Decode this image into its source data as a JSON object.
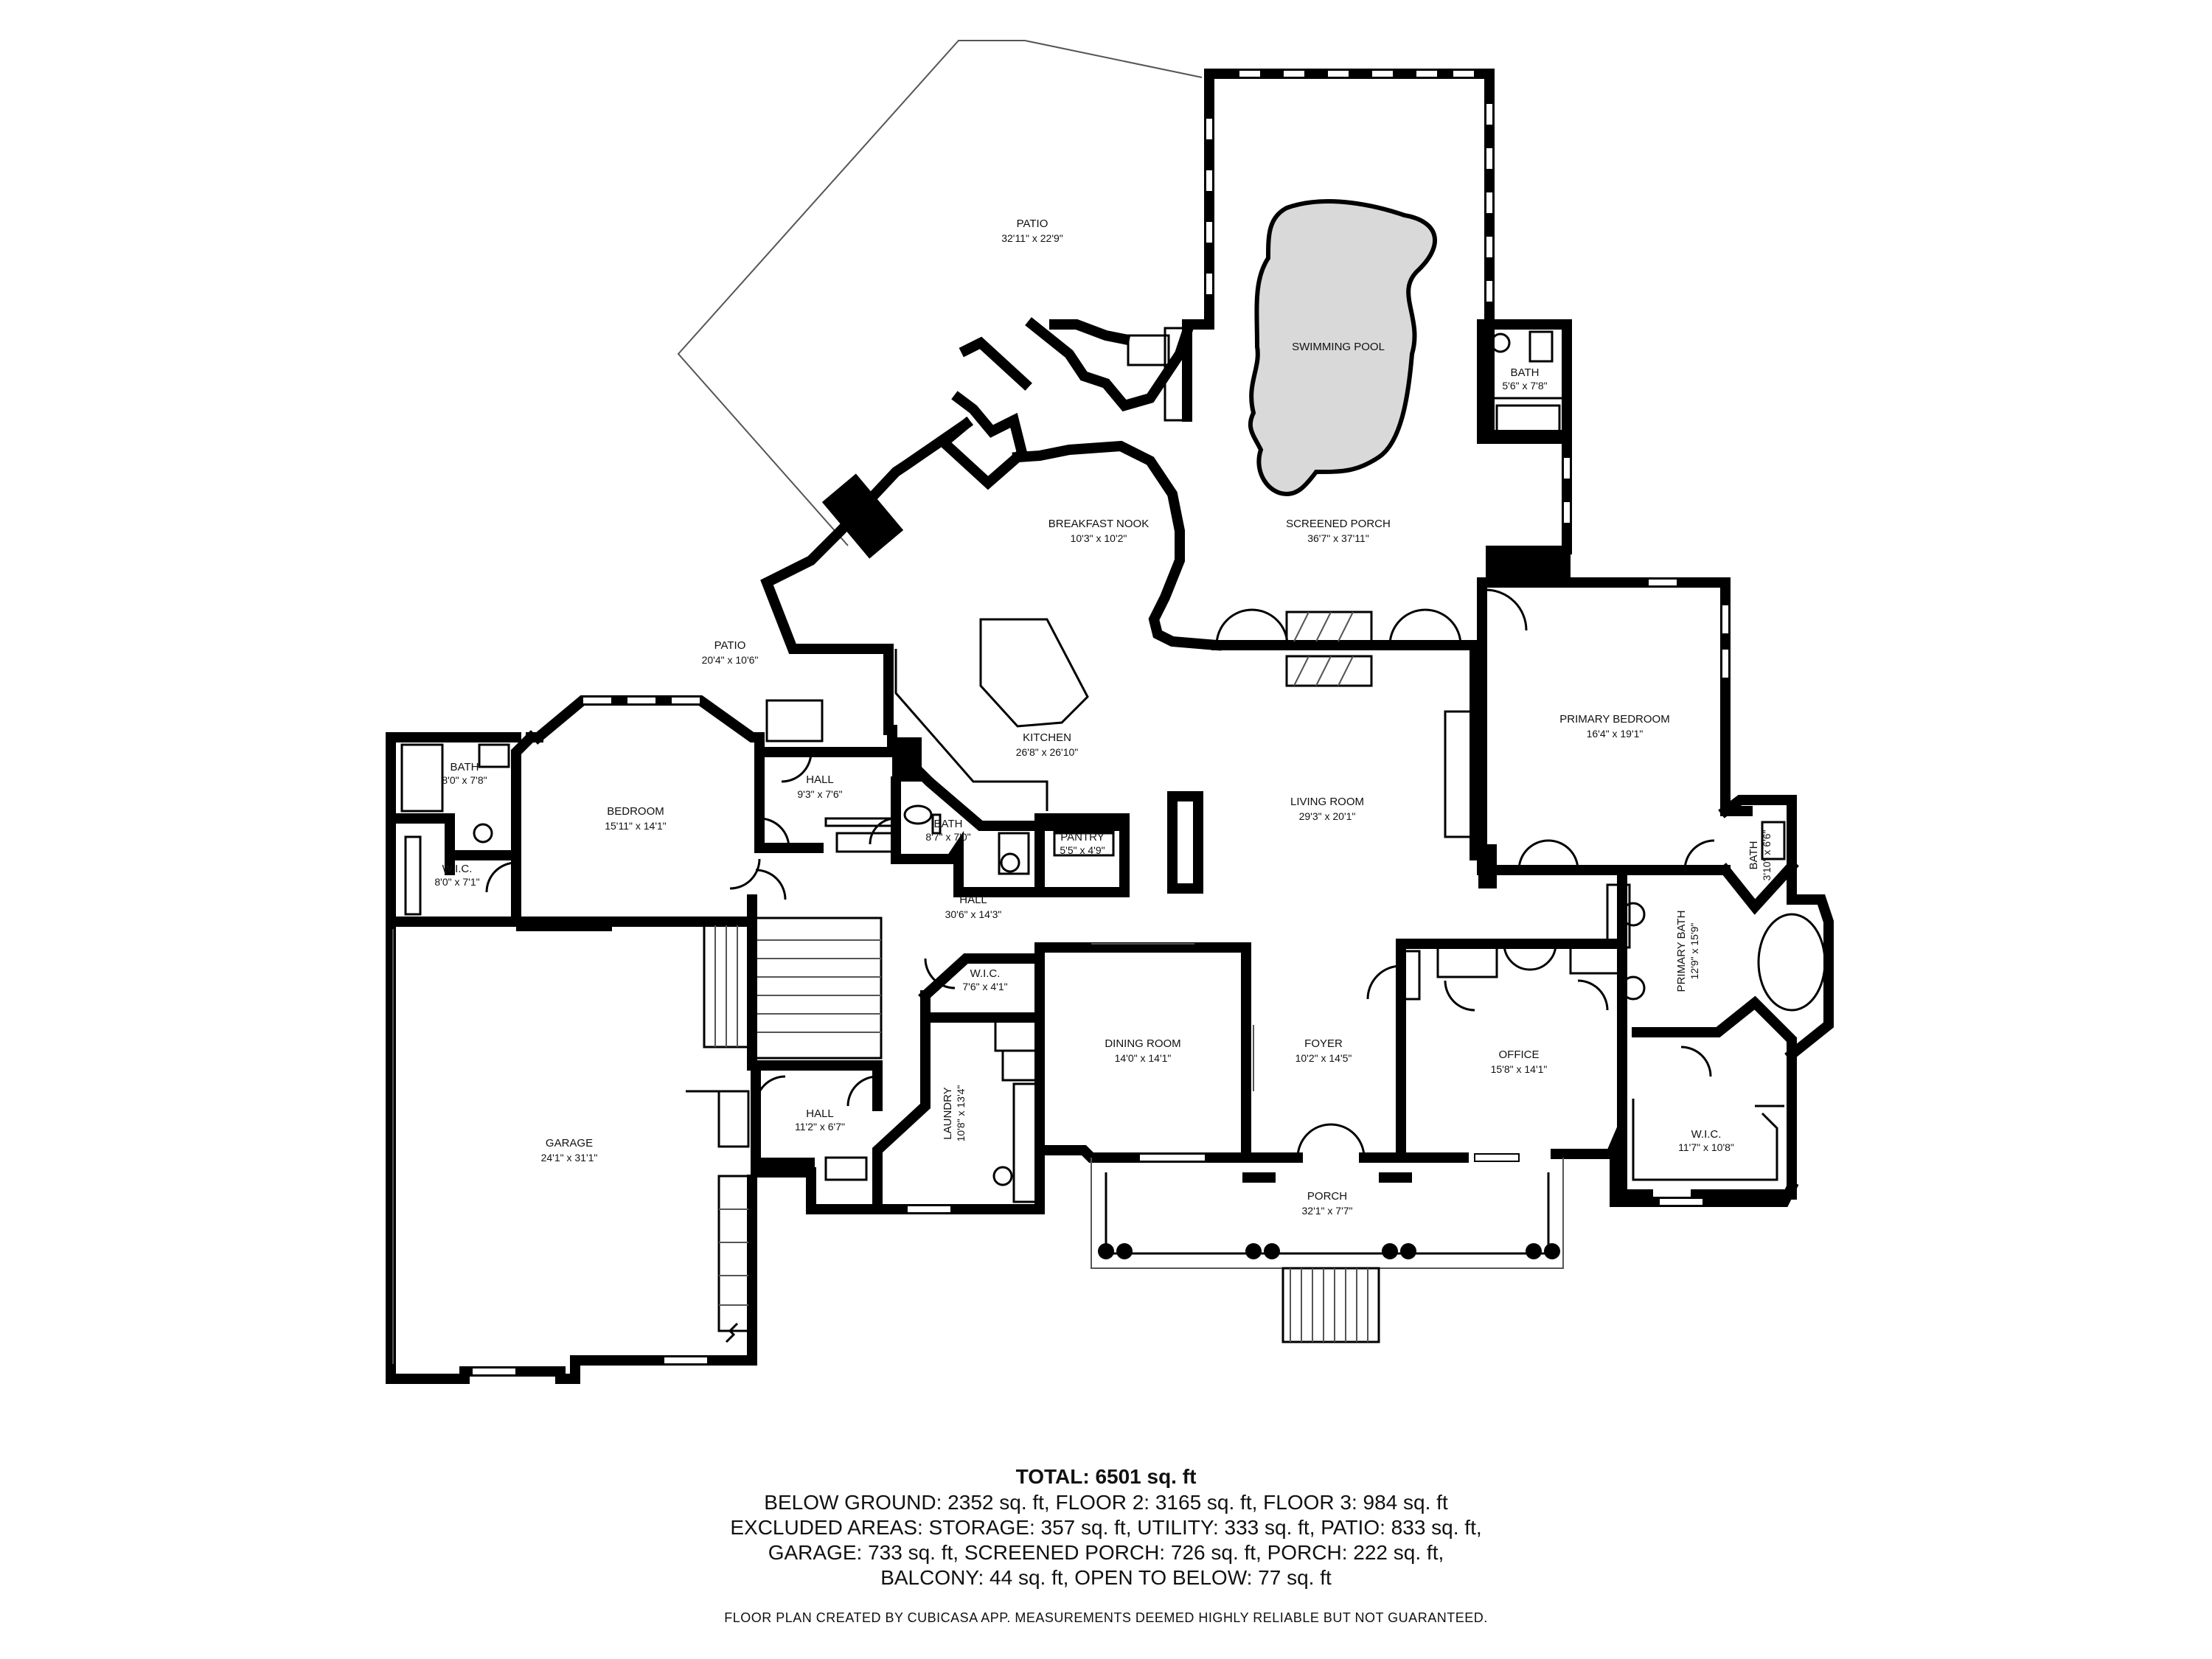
{
  "rooms": [
    {
      "id": "patio-north",
      "name": "PATIO",
      "dims": "32'11\" x 22'9\""
    },
    {
      "id": "swimming-pool",
      "name": "SWIMMING POOL",
      "dims": ""
    },
    {
      "id": "bath-pool",
      "name": "BATH",
      "dims": "5'6\" x 7'8\""
    },
    {
      "id": "breakfast-nook",
      "name": "BREAKFAST NOOK",
      "dims": "10'3\" x 10'2\""
    },
    {
      "id": "screened-porch",
      "name": "SCREENED PORCH",
      "dims": "36'7\" x 37'11\""
    },
    {
      "id": "patio-west",
      "name": "PATIO",
      "dims": "20'4\" x 10'6\""
    },
    {
      "id": "primary-bedroom",
      "name": "PRIMARY BEDROOM",
      "dims": "16'4\" x 19'1\""
    },
    {
      "id": "bath-west",
      "name": "BATH",
      "dims": "8'0\" x 7'8\""
    },
    {
      "id": "bedroom",
      "name": "BEDROOM",
      "dims": "15'11\" x 14'1\""
    },
    {
      "id": "hall-small",
      "name": "HALL",
      "dims": "9'3\" x 7'6\""
    },
    {
      "id": "kitchen",
      "name": "KITCHEN",
      "dims": "26'8\" x 26'10\""
    },
    {
      "id": "living-room",
      "name": "LIVING ROOM",
      "dims": "29'3\" x 20'1\""
    },
    {
      "id": "bath-center",
      "name": "BATH",
      "dims": "8'7\" x 7'0\""
    },
    {
      "id": "pantry",
      "name": "PANTRY",
      "dims": "5'5\" x 4'9\""
    },
    {
      "id": "wic-west",
      "name": "W.I.C.",
      "dims": "8'0\" x 7'1\""
    },
    {
      "id": "bath-primary-small",
      "name": "BATH",
      "dims": "3'10\" x 6'6\""
    },
    {
      "id": "hall-main",
      "name": "HALL",
      "dims": "30'6\" x 14'3\""
    },
    {
      "id": "primary-bath",
      "name": "PRIMARY BATH",
      "dims": "12'9\" x 15'9\""
    },
    {
      "id": "wic-laundry",
      "name": "W.I.C.",
      "dims": "7'6\" x 4'1\""
    },
    {
      "id": "dining-room",
      "name": "DINING ROOM",
      "dims": "14'0\" x 14'1\""
    },
    {
      "id": "foyer",
      "name": "FOYER",
      "dims": "10'2\" x 14'5\""
    },
    {
      "id": "office",
      "name": "OFFICE",
      "dims": "15'8\" x 14'1\""
    },
    {
      "id": "laundry",
      "name": "LAUNDRY",
      "dims": "10'8\" x 13'4\""
    },
    {
      "id": "hall-garage",
      "name": "HALL",
      "dims": "11'2\" x 6'7\""
    },
    {
      "id": "garage",
      "name": "GARAGE",
      "dims": "24'1\" x 31'1\""
    },
    {
      "id": "wic-primary",
      "name": "W.I.C.",
      "dims": "11'7\" x 10'8\""
    },
    {
      "id": "porch",
      "name": "PORCH",
      "dims": "32'1\" x 7'7\""
    }
  ],
  "summary": {
    "total": "TOTAL: 6501 sq. ft",
    "lines": [
      "BELOW GROUND: 2352 sq. ft, FLOOR 2: 3165 sq. ft, FLOOR 3: 984 sq. ft",
      "EXCLUDED AREAS: STORAGE: 357 sq. ft, UTILITY: 333 sq. ft, PATIO: 833 sq. ft,",
      "GARAGE: 733 sq. ft, SCREENED PORCH: 726 sq. ft, PORCH: 222 sq. ft,",
      "BALCONY: 44 sq. ft, OPEN TO BELOW: 77 sq. ft"
    ]
  },
  "credit": "FLOOR PLAN CREATED BY CUBICASA APP. MEASUREMENTS DEEMED HIGHLY RELIABLE BUT NOT GUARANTEED."
}
